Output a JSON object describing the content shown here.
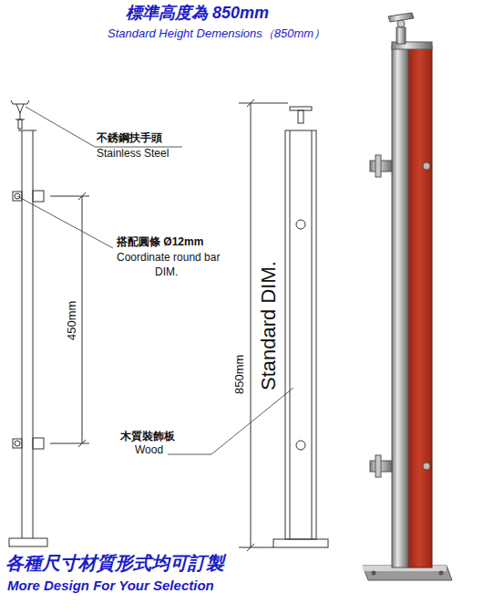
{
  "diagram": {
    "title": "標準高度為 850mm",
    "labels": [
      "Standard Height Demensions（850mm）",
      "不銹鋼扶手頭",
      "Stainless Steel",
      "搭配圓條 Ø12mm",
      "Coordinate round bar",
      "DIM.",
      "450mm",
      "850mm",
      "Standard DIM.",
      "木質裝飾板",
      "Wood",
      "各種尺寸材質形式均可訂製",
      "More Design For Your Selection"
    ]
  }
}
